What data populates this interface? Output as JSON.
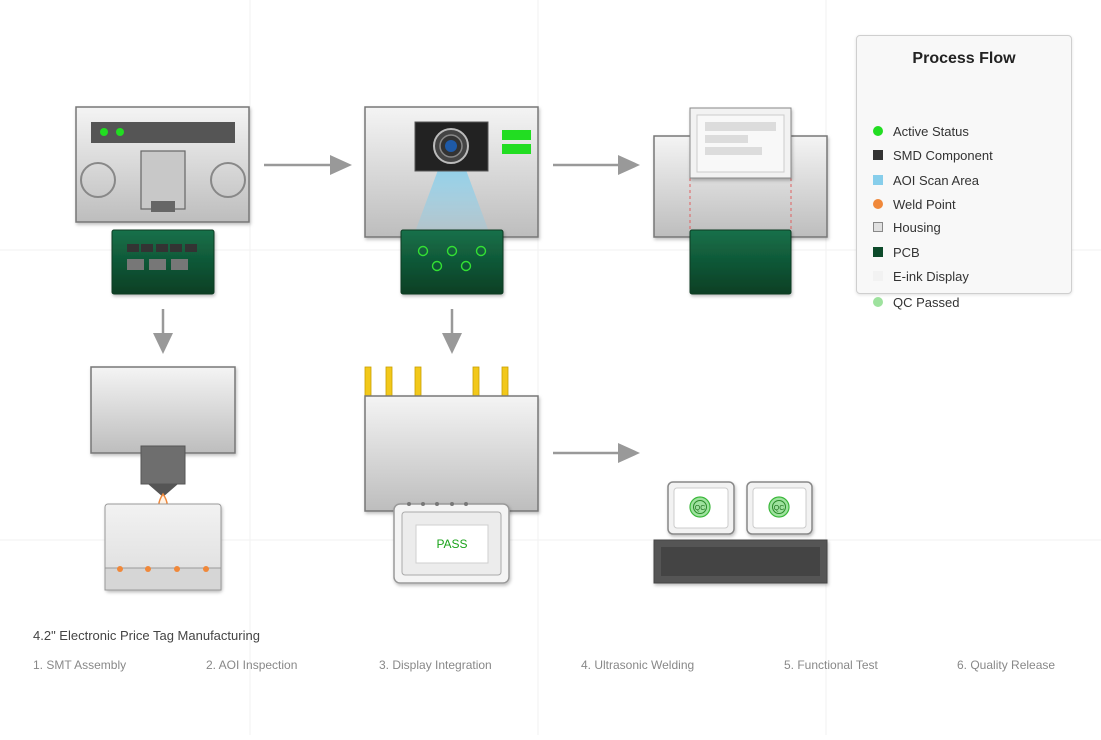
{
  "legend": {
    "title": "Process Flow",
    "items": [
      {
        "label": "Active Status",
        "color": "#22dd22",
        "shape": "circle"
      },
      {
        "label": "SMD Component",
        "color": "#333333",
        "shape": "square"
      },
      {
        "label": "AOI Scan Area",
        "color": "#87ceeb",
        "shape": "square"
      },
      {
        "label": "Weld Point",
        "color": "#f0883a",
        "shape": "circle"
      },
      {
        "label": "Housing",
        "color": "#e0e0e0",
        "shape": "square-outline"
      },
      {
        "label": "PCB",
        "color": "#0c4a2a",
        "shape": "square"
      },
      {
        "label": "E-ink Display",
        "color": "#f2f2f2",
        "shape": "square"
      },
      {
        "label": "QC Passed",
        "color": "#9ee29e",
        "shape": "circle"
      }
    ]
  },
  "caption": "4.2\" Electronic Price Tag Manufacturing",
  "steps": [
    "1. SMT Assembly",
    "2. AOI Inspection",
    "3. Display Integration",
    "4. Ultrasonic Welding",
    "5. Functional Test",
    "6. Quality Release"
  ],
  "labels": {
    "pass": "PASS",
    "qc": "QC"
  },
  "colors": {
    "pcb": "#0c4a2a",
    "active": "#22dd22",
    "arrow": "#999999",
    "weld": "#f0883a",
    "probe": "#f2c81a"
  }
}
